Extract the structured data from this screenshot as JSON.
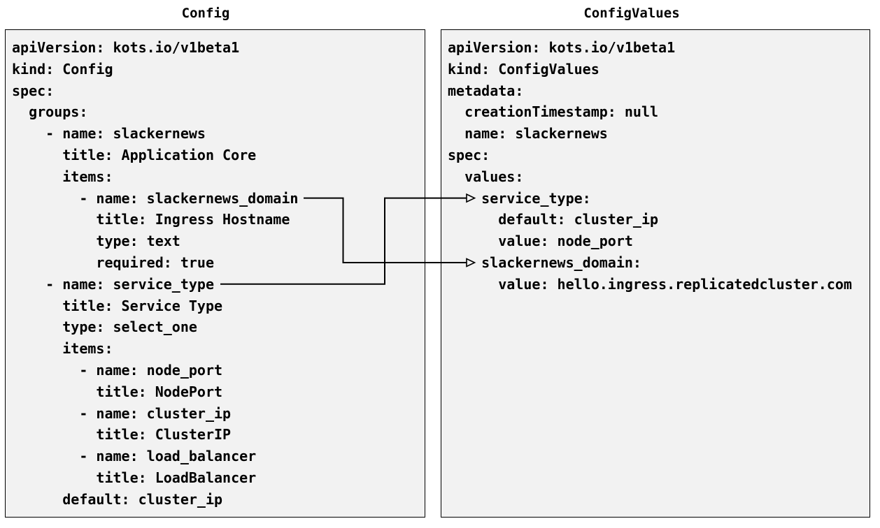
{
  "diagram": {
    "left_panel": {
      "title": "Config",
      "yaml_lines": [
        "apiVersion: kots.io/v1beta1",
        "kind: Config",
        "spec:",
        "  groups:",
        "    - name: slackernews",
        "      title: Application Core",
        "      items:",
        "        - name: slackernews_domain",
        "          title: Ingress Hostname",
        "          type: text",
        "          required: true",
        "    - name: service_type",
        "      title: Service Type",
        "      type: select_one",
        "      items:",
        "        - name: node_port",
        "          title: NodePort",
        "        - name: cluster_ip",
        "          title: ClusterIP",
        "        - name: load_balancer",
        "          title: LoadBalancer",
        "      default: cluster_ip"
      ]
    },
    "right_panel": {
      "title": "ConfigValues",
      "yaml_lines": [
        "apiVersion: kots.io/v1beta1",
        "kind: ConfigValues",
        "metadata:",
        "  creationTimestamp: null",
        "  name: slackernews",
        "spec:",
        "  values:",
        "    service_type:",
        "      default: cluster_ip",
        "      value: node_port",
        "    slackernews_domain:",
        "      value: hello.ingress.replicatedcluster.com"
      ]
    },
    "connections": [
      {
        "from": "slackernews_domain",
        "to": "slackernews_domain"
      },
      {
        "from": "service_type",
        "to": "service_type"
      }
    ],
    "colors": {
      "page_bg": "#ffffff",
      "panel_bg": "#f2f2f2",
      "panel_border": "#000000",
      "text": "#000000",
      "arrow": "#000000"
    }
  }
}
